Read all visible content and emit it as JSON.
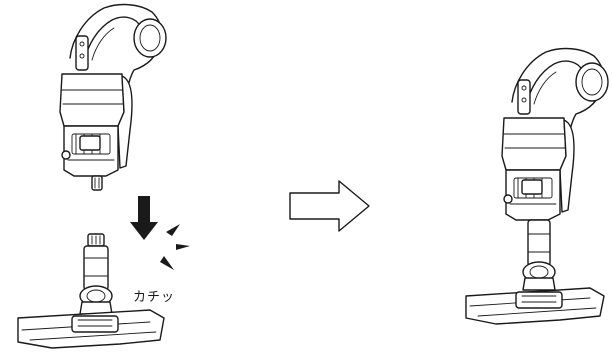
{
  "diagram": {
    "click_sound": "カチッ",
    "arrow_direction": "right",
    "push_direction": "down"
  }
}
